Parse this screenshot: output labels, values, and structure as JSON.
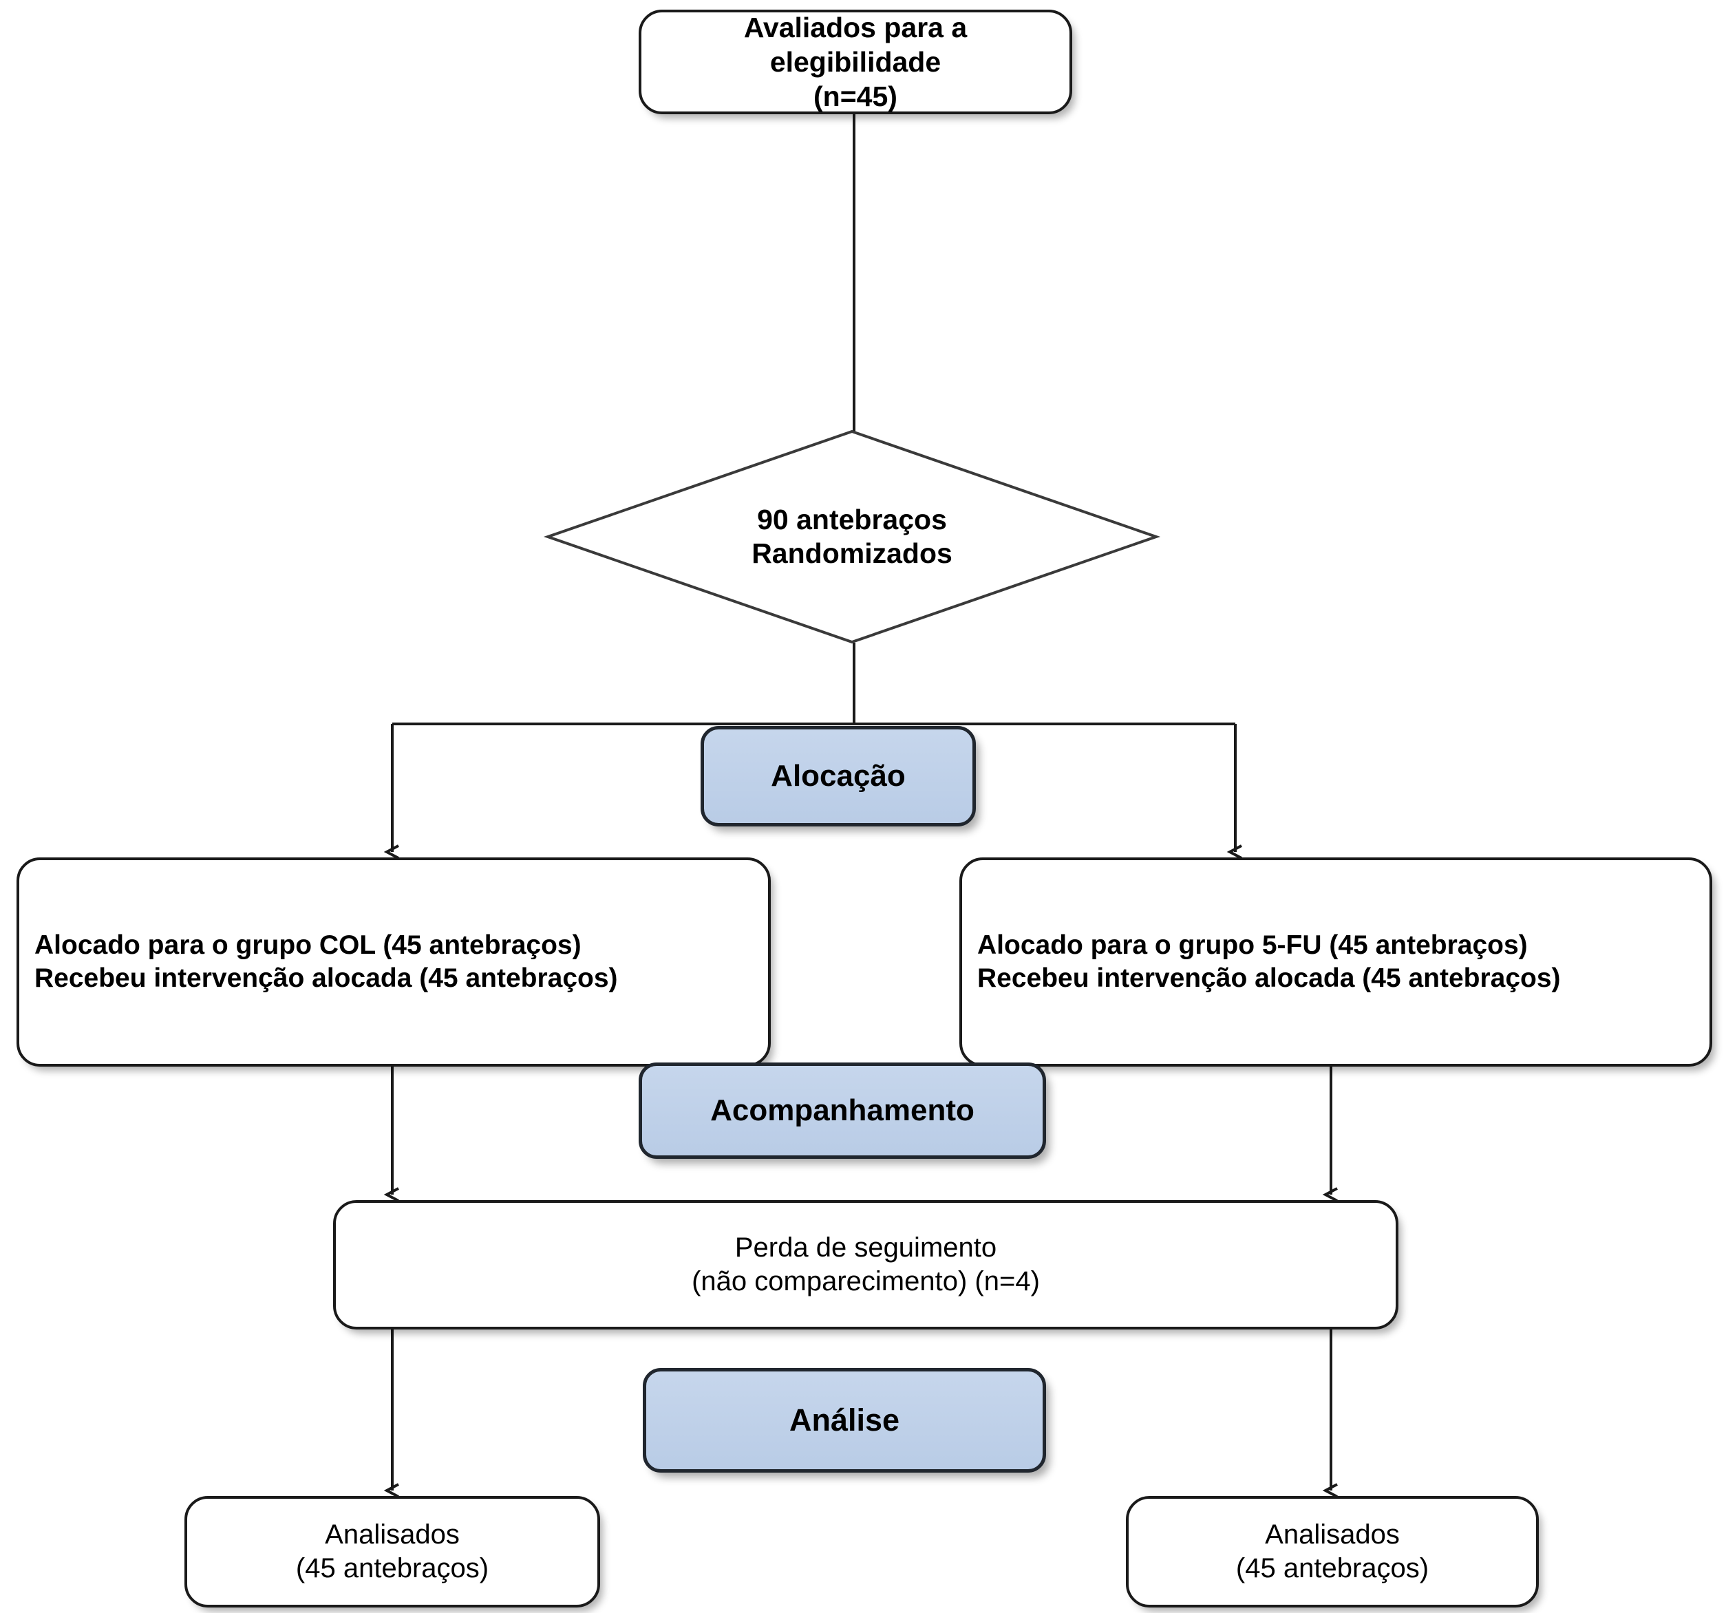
{
  "diagram": {
    "type": "consort-flow-diagram",
    "language": "pt-BR",
    "colors": {
      "stage_fill": "#bfd0e8",
      "stage_border": "#20262e",
      "node_border": "#1a1a1a",
      "node_fill": "#ffffff",
      "connector": "#1a1a1a",
      "text": "#000000"
    },
    "nodes": {
      "enrollment": {
        "shape": "rounded-rect",
        "text": "Avaliados para a\nelegibilidade\n(n=45)"
      },
      "randomization": {
        "shape": "diamond",
        "text": "90 antebraços\nRandomizados"
      },
      "allocation_left": {
        "shape": "rounded-rect",
        "text": "Alocado para o grupo COL (45 antebraços)\nRecebeu intervenção alocada (45 antebraços)"
      },
      "allocation_right": {
        "shape": "rounded-rect",
        "text": "Alocado para o grupo 5-FU (45 antebraços)\nRecebeu intervenção alocada (45 antebraços)"
      },
      "lost_followup": {
        "shape": "rounded-rect",
        "text": "Perda de seguimento\n(não comparecimento) (n=4)"
      },
      "analysed_left": {
        "shape": "rounded-rect",
        "text": "Analisados\n(45 antebraços)"
      },
      "analysed_right": {
        "shape": "rounded-rect",
        "text": "Analisados\n(45 antebraços)"
      }
    },
    "stages": {
      "allocation": {
        "label": "Alocação"
      },
      "followup": {
        "label": "Acompanhamento"
      },
      "analysis": {
        "label": "Análise"
      }
    },
    "counts": {
      "assessed_for_eligibility": 45,
      "randomized_forearms": 90,
      "allocated_col": 45,
      "allocated_5fu": 45,
      "received_intervention_col": 45,
      "received_intervention_5fu": 45,
      "lost_to_followup": 4,
      "analysed_col": 45,
      "analysed_5fu": 45
    }
  }
}
